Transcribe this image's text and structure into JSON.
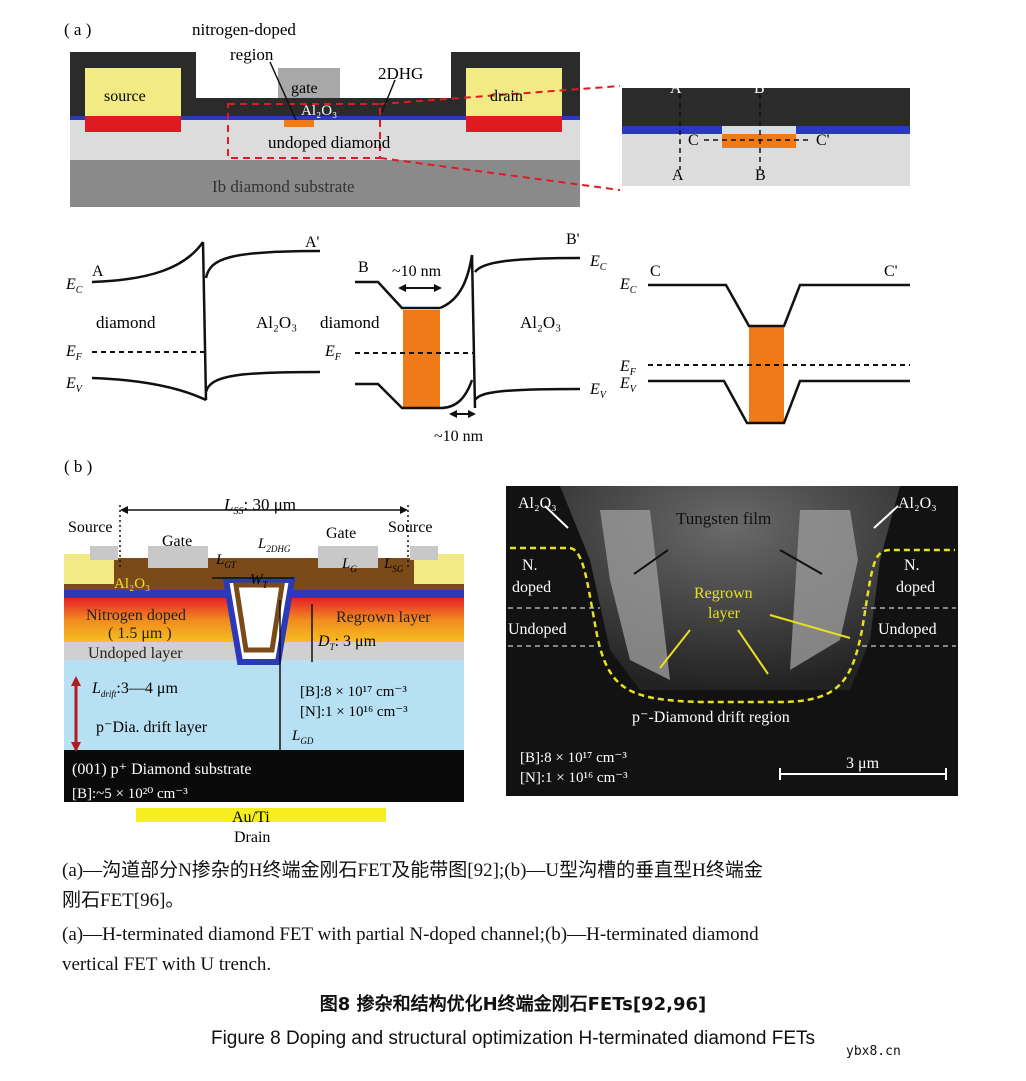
{
  "panel_a": {
    "label": "( a )",
    "cross_section": {
      "nitrogen_region": "nitrogen-doped",
      "nitrogen_region2": "region",
      "gate": "gate",
      "al2o3": "Al₂O₃",
      "dhg": "2DHG",
      "source": "source",
      "drain": "drain",
      "undoped": "undoped diamond",
      "substrate": "Ib diamond substrate"
    },
    "zoom": {
      "a_top": "A'",
      "b_top": "B'",
      "c": "C",
      "c2": "C'",
      "a_bot": "A",
      "b_bot": "B"
    },
    "band1": {
      "a": "A",
      "a2": "A'",
      "ec": "E",
      "ec_sub": "C",
      "ef": "E",
      "ef_sub": "F",
      "ev": "E",
      "ev_sub": "V",
      "diamond": "diamond",
      "al2o3": "Al₂O₃"
    },
    "band2": {
      "b": "B",
      "b2": "B'",
      "width": "~10 nm",
      "width2": "~10 nm",
      "diamond": "diamond",
      "al2o3": "Al₂O₃",
      "ef": "E",
      "ef_sub": "F",
      "ec": "E",
      "ec_sub": "C",
      "ev": "E",
      "ev_sub": "V"
    },
    "band3": {
      "c": "C",
      "c2": "C'",
      "ec": "E",
      "ec_sub": "C",
      "ef": "E",
      "ef_sub": "F",
      "ev": "E",
      "ev_sub": "V"
    }
  },
  "panel_b": {
    "label": "( b )",
    "schematic": {
      "lss": "L",
      "lss_sub": "SS",
      "lss_val": ": 30 μm",
      "source_l": "Source",
      "source_r": "Source",
      "gate_l": "Gate",
      "gate_r": "Gate",
      "lgt": "L",
      "lgt_sub": "GT",
      "l2dhg": "L",
      "l2dhg_sub": "2DHG",
      "lg": "L",
      "lg_sub": "G",
      "lsg": "L",
      "lsg_sub": "SG",
      "wt": "W",
      "wt_sub": "T",
      "al2o3": "Al₂O₃",
      "nitrogen": "Nitrogen doped",
      "nitrogen_th": "( 1.5 μm )",
      "regrown": "Regrown layer",
      "dt": "D",
      "dt_sub": "T",
      "dt_val": ": 3 μm",
      "undoped": "Undoped layer",
      "ldrift": "L",
      "ldrift_sub": "drift",
      "ldrift_val": ":3—4 μm",
      "b_conc": "[B]:8 × 10¹⁷ cm⁻³",
      "n_conc": "[N]:1 × 10¹⁶ cm⁻³",
      "drift": "p⁻Dia. drift layer",
      "lgd": "L",
      "lgd_sub": "GD",
      "substrate": "(001) p⁺ Diamond substrate",
      "substrate_b": "[B]:~5 × 10²⁰ cm⁻³",
      "auti": "Au/Ti",
      "drain": "Drain"
    },
    "sem": {
      "al2o3_l": "Al₂O₃",
      "al2o3_r": "Al₂O₃",
      "tungsten": "Tungsten film",
      "ndoped_l": "N.",
      "ndoped_l2": "doped",
      "ndoped_r": "N.",
      "ndoped_r2": "doped",
      "regrown": "Regrown",
      "regrown2": "layer",
      "undoped_l": "Undoped",
      "undoped_r": "Undoped",
      "drift": "p⁻-Diamond drift region",
      "b_conc": "[B]:8 × 10¹⁷ cm⁻³",
      "n_conc": "[N]:1 × 10¹⁶ cm⁻³",
      "scale": "3 μm"
    }
  },
  "caption": {
    "cn_line1": "(a)—沟道部分N掺杂的H终端金刚石FET及能带图[92];(b)—U型沟槽的垂直型H终端金",
    "cn_line2": "刚石FET[96]。",
    "en_line1": "(a)—H-terminated diamond FET with partial N-doped channel;(b)—H-terminated diamond",
    "en_line2": "vertical FET with U trench.",
    "title_cn": "图8   掺杂和结构优化H终端金刚石FETs[92,96]",
    "title_en": "Figure 8   Doping and structural optimization H-terminated diamond FETs"
  },
  "watermark": "ybx8.cn"
}
